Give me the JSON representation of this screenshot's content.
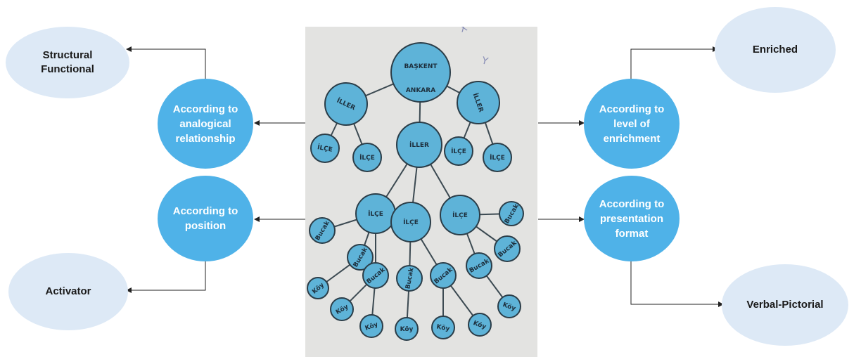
{
  "colors": {
    "category_circle": "#4fb2e8",
    "outcome_oval": "#dde9f6",
    "photo_node": "#5eb3d8",
    "photo_background": "#e3e3e1"
  },
  "left": {
    "analogical": "According to\nanalogical\nrelationship",
    "position": "According to\nposition",
    "structural": "Structural\nFunctional",
    "activator": "Activator"
  },
  "right": {
    "enrichment": "According to\nlevel of\nenrichment",
    "presentation": "According to\npresentation\nformat",
    "enriched": "Enriched",
    "verbal": "Verbal-Pictorial"
  },
  "photo": {
    "root": "BAŞKENT",
    "root_sub": "ANKARA",
    "iller": "İLLER",
    "ilce": "İLÇE",
    "bucak": "Bucak",
    "koy": "Köy",
    "handwritten": [
      "X",
      "Y"
    ]
  }
}
